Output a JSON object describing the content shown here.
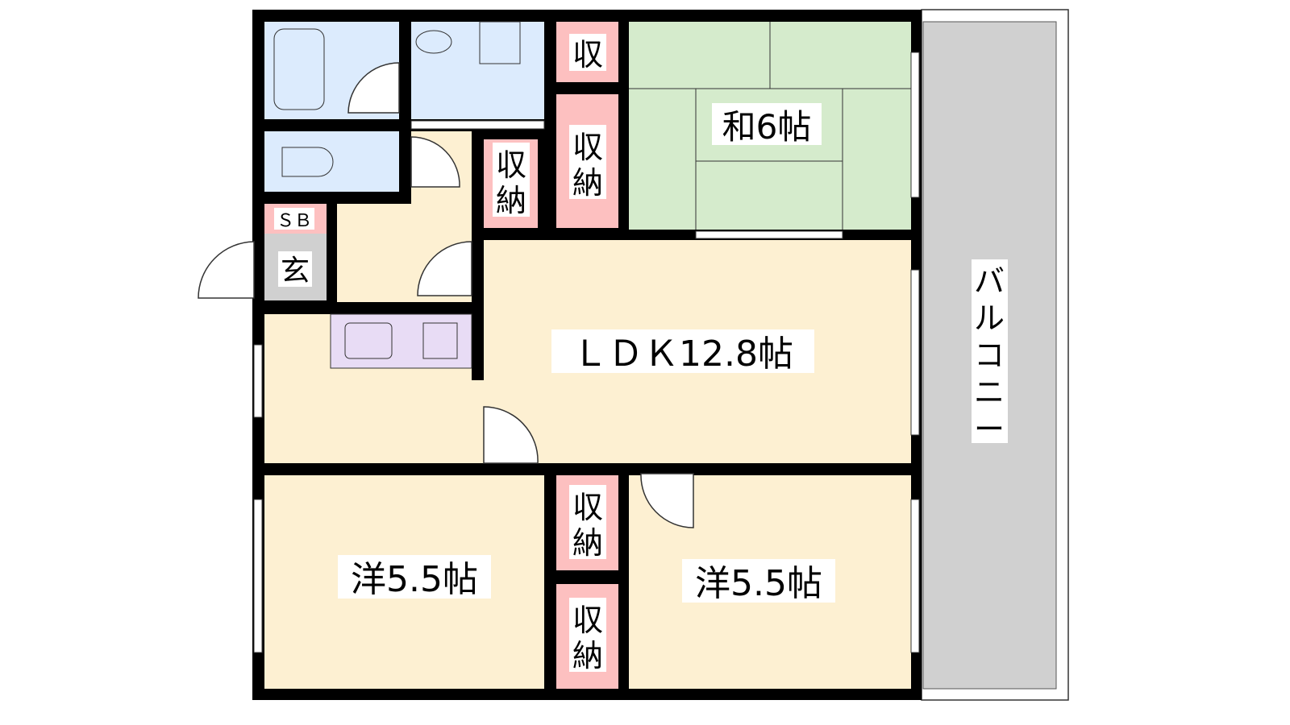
{
  "floorplan": {
    "rooms": {
      "japanese": "和6帖",
      "ldk": "ＬＤＫ12.8帖",
      "western_left": "洋5.5帖",
      "western_right": "洋5.5帖",
      "entrance": "玄",
      "shoe_box": "ＳＢ",
      "balcony": [
        "バ",
        "ル",
        "コ",
        "ニ",
        "ー"
      ]
    },
    "storage": {
      "short": "収",
      "full_top1": "収",
      "full_bottom1": "納",
      "full_top2": "収",
      "full_bottom2": "納",
      "full_top3": "収",
      "full_bottom3": "納",
      "full_top4": "収",
      "full_bottom4": "納"
    },
    "colors": {
      "wet_area": "#dcebfd",
      "living": "#fdf0d2",
      "tatami": "#d5ebcc",
      "storage": "#fdc0c0",
      "entrance": "#d0d0d0",
      "kitchen": "#e8dcf5",
      "balcony": "#d0d0d0"
    }
  }
}
